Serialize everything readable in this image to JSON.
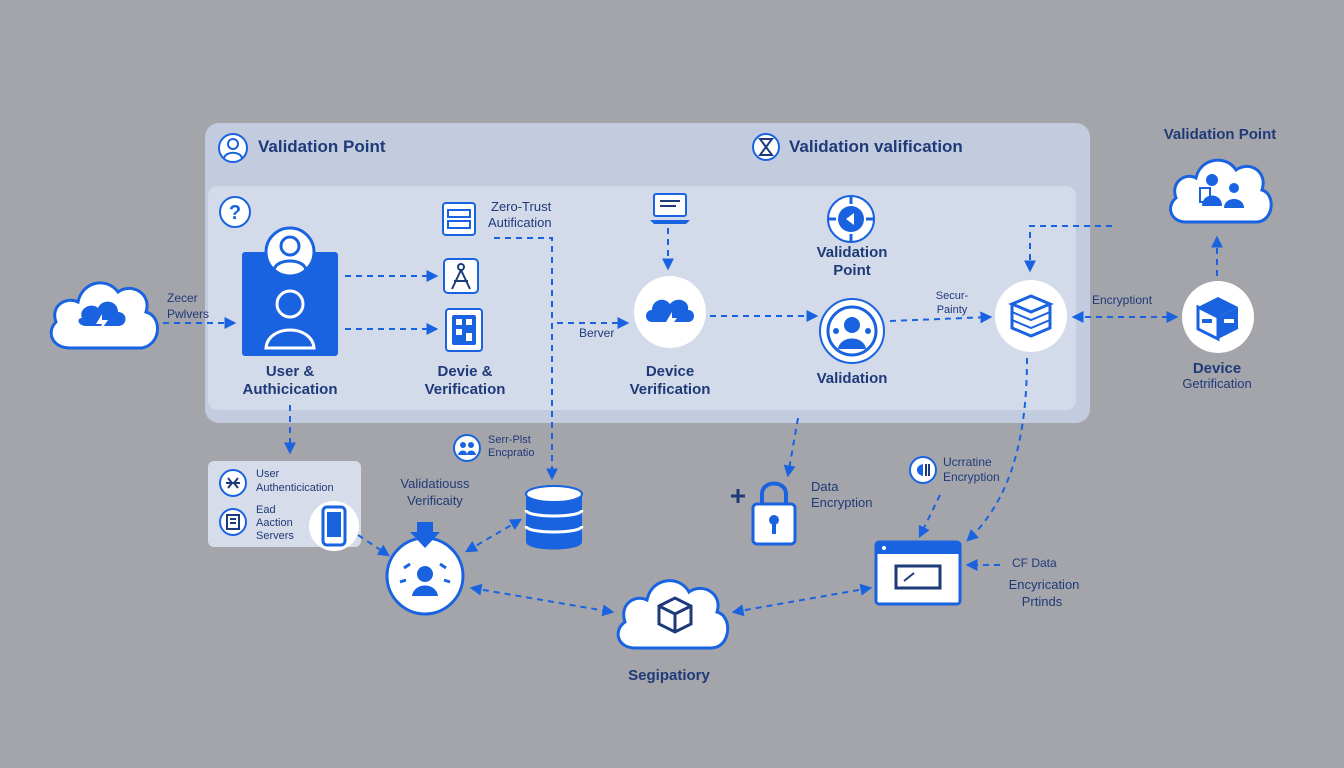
{
  "colors": {
    "background": "#a4a5ab",
    "panel": "#c3ccdf",
    "panel_inner": "#d3dbeb",
    "accent": "#1a63e0",
    "text": "#1f3a78"
  },
  "labels": {
    "header_left": "Validation Point",
    "header_right": "Validation valification",
    "top_right_title": "Validation Point",
    "zero_trust_l1": "Zero-Trust",
    "zero_trust_l2": "Autification",
    "cloud_left_l1": "Zecer",
    "cloud_left_l2": "Pwlvers",
    "user_auth_l1": "User &",
    "user_auth_l2": "Authicication",
    "device_l1": "Devie &",
    "device_l2": "Verification",
    "server": "Berver",
    "device_verif_l1": "Device",
    "device_verif_l2": "Verification",
    "validation_point_l1": "Validation",
    "validation_point_l2": "Point",
    "validation": "Validation",
    "secur_l1": "Secur-",
    "secur_l2": "Painty",
    "encryptiont": "Encryptiont",
    "device_cert_l1": "Device",
    "device_cert_l2": "Getrification",
    "side_user_l1": "User",
    "side_user_l2": "Authenticication",
    "side_ead_l1": "Ead",
    "side_ead_l2": "Aaction",
    "side_ead_l3": "Servers",
    "serr_plst_l1": "Serr-Plst",
    "serr_plst_l2": "Encpratio",
    "validatious_l1": "Validatiouss",
    "validatious_l2": "Verificaity",
    "data_enc_l1": "Data",
    "data_enc_l2": "Encryption",
    "ucr_l1": "Ucrratine",
    "ucr_l2": "Encryption",
    "cf_data_l1": "CF Data",
    "cf_data_l2": "Encyrication",
    "cf_data_l3": "Prtinds",
    "segpation": "Segipatiory"
  }
}
